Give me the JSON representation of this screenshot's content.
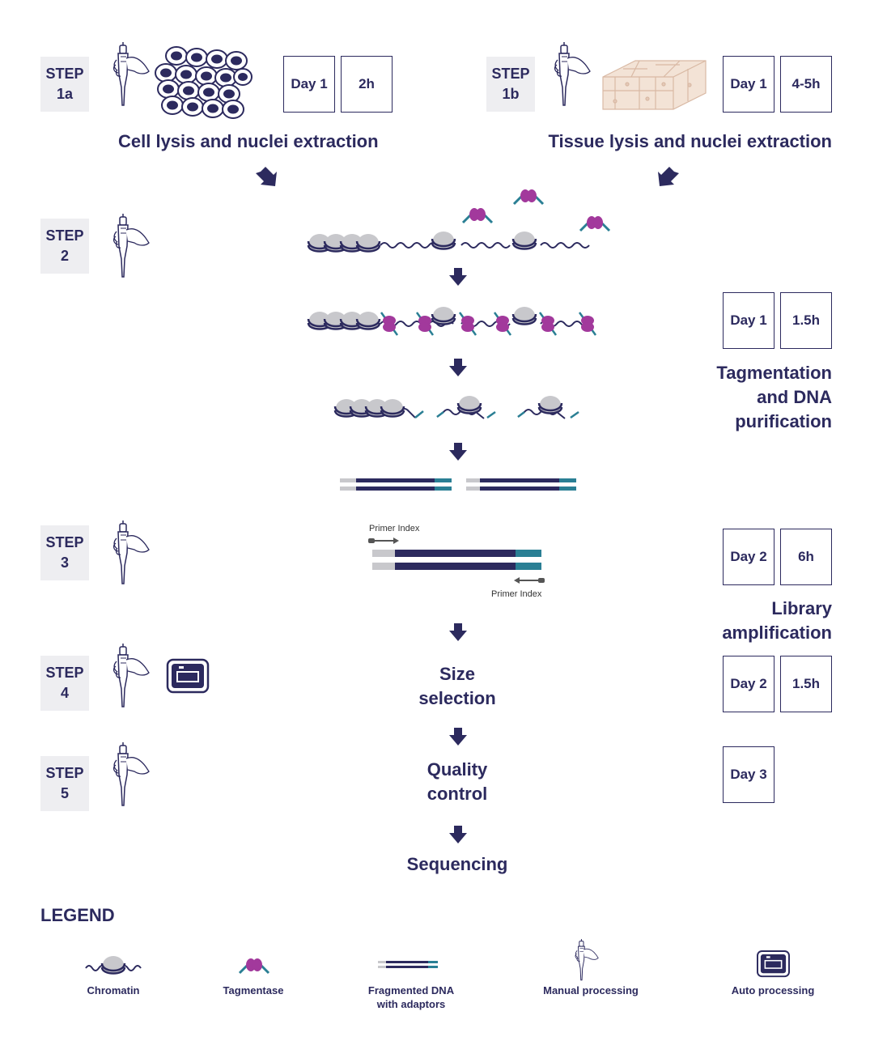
{
  "steps": [
    {
      "id": "1a",
      "line1": "STEP",
      "line2": "1a"
    },
    {
      "id": "1b",
      "line1": "STEP",
      "line2": "1b"
    },
    {
      "id": "2",
      "line1": "STEP",
      "line2": "2"
    },
    {
      "id": "3",
      "line1": "STEP",
      "line2": "3"
    },
    {
      "id": "4",
      "line1": "STEP",
      "line2": "4"
    },
    {
      "id": "5",
      "line1": "STEP",
      "line2": "5"
    }
  ],
  "timing": {
    "step1a": {
      "day": "Day 1",
      "duration": "2h"
    },
    "step1b": {
      "day": "Day 1",
      "duration": "4-5h"
    },
    "step2": {
      "day": "Day 1",
      "duration": "1.5h"
    },
    "step3": {
      "day": "Day 2",
      "duration": "6h"
    },
    "step4": {
      "day": "Day 2",
      "duration": "1.5h"
    },
    "step5": {
      "day": "Day 3"
    }
  },
  "titles": {
    "cell_lysis": "Cell lysis and nuclei extraction",
    "tissue_lysis": "Tissue lysis and nuclei extraction",
    "tagmentation": [
      "Tagmentation",
      "and DNA",
      "purification"
    ],
    "library": [
      "Library",
      "amplification"
    ],
    "size_selection": [
      "Size",
      "selection"
    ],
    "quality_control": [
      "Quality",
      "control"
    ],
    "sequencing": "Sequencing"
  },
  "primer_labels": {
    "top": "Primer Index",
    "bottom": "Primer Index"
  },
  "legend": {
    "title": "LEGEND",
    "items": {
      "chromatin": "Chromatin",
      "tagmentase": "Tagmentase",
      "fragmented_line1": "Fragmented DNA",
      "fragmented_line2": "with adaptors",
      "manual": "Manual processing",
      "auto": "Auto processing"
    }
  },
  "colors": {
    "navy": "#2c2a5e",
    "magenta": "#a2399c",
    "teal": "#2a7f94",
    "nucleosome_gray": "#c8c8cc",
    "step_bg": "#eeeef1",
    "tissue": "#f3e3d6"
  }
}
